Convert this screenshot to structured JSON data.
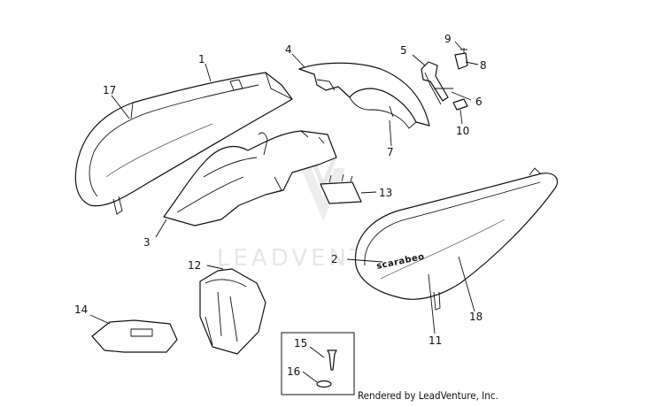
{
  "callouts": [
    "1",
    "2",
    "3",
    "4",
    "5",
    "6",
    "7",
    "8",
    "9",
    "10",
    "11",
    "12",
    "13",
    "14",
    "15",
    "16",
    "17",
    "18"
  ],
  "side_panel_text": "scarabeo",
  "watermark": "LEADVENTURE",
  "footer": "Rendered by LeadVenture, Inc."
}
